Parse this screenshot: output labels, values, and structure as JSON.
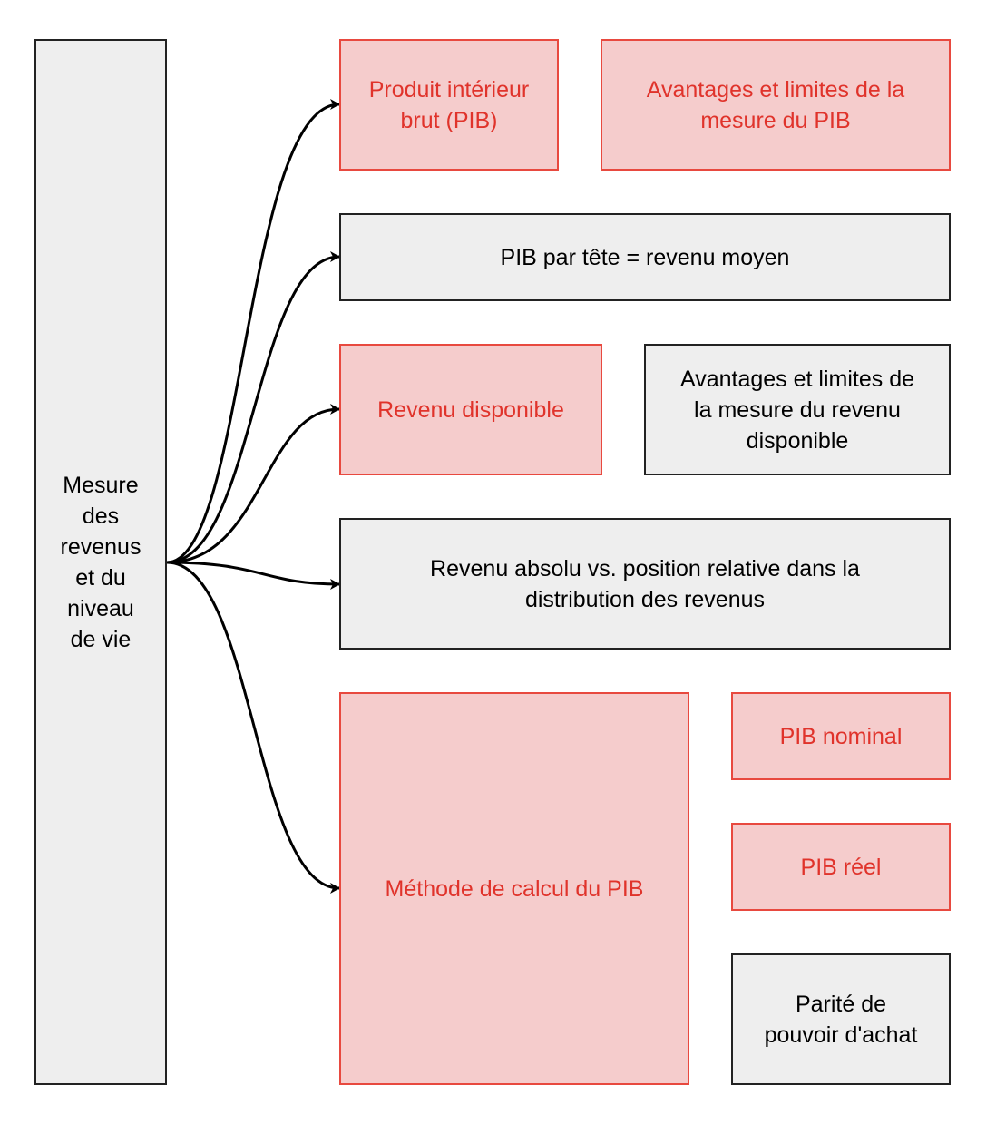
{
  "colors": {
    "highlight_fill": "#f5cccc",
    "highlight_border": "#e8493f",
    "highlight_text": "#e0332b",
    "neutral_fill": "#eeeeee",
    "neutral_border": "#222222",
    "edge": "#000000"
  },
  "nodes": {
    "root": "Mesure\ndes\nrevenus\net du\nniveau\nde vie",
    "pib": "Produit intérieur\nbrut (PIB)",
    "pib_avantages": "Avantages et limites de la\nmesure du PIB",
    "pib_par_tete": "PIB par tête = revenu moyen",
    "revenu_disponible": "Revenu disponible",
    "revenu_disponible_avantages": "Avantages et limites de\nla mesure du revenu\ndisponible",
    "revenu_absolu": "Revenu absolu vs. position relative dans la\ndistribution des revenus",
    "methode_calcul": "Méthode de calcul du PIB",
    "pib_nominal": "PIB nominal",
    "pib_reel": "PIB réel",
    "ppa": "Parité de\npouvoir d'achat"
  },
  "edges": [
    {
      "from": "root",
      "to": "pib"
    },
    {
      "from": "root",
      "to": "pib_par_tete"
    },
    {
      "from": "root",
      "to": "revenu_disponible"
    },
    {
      "from": "root",
      "to": "revenu_absolu"
    },
    {
      "from": "root",
      "to": "methode_calcul"
    }
  ]
}
